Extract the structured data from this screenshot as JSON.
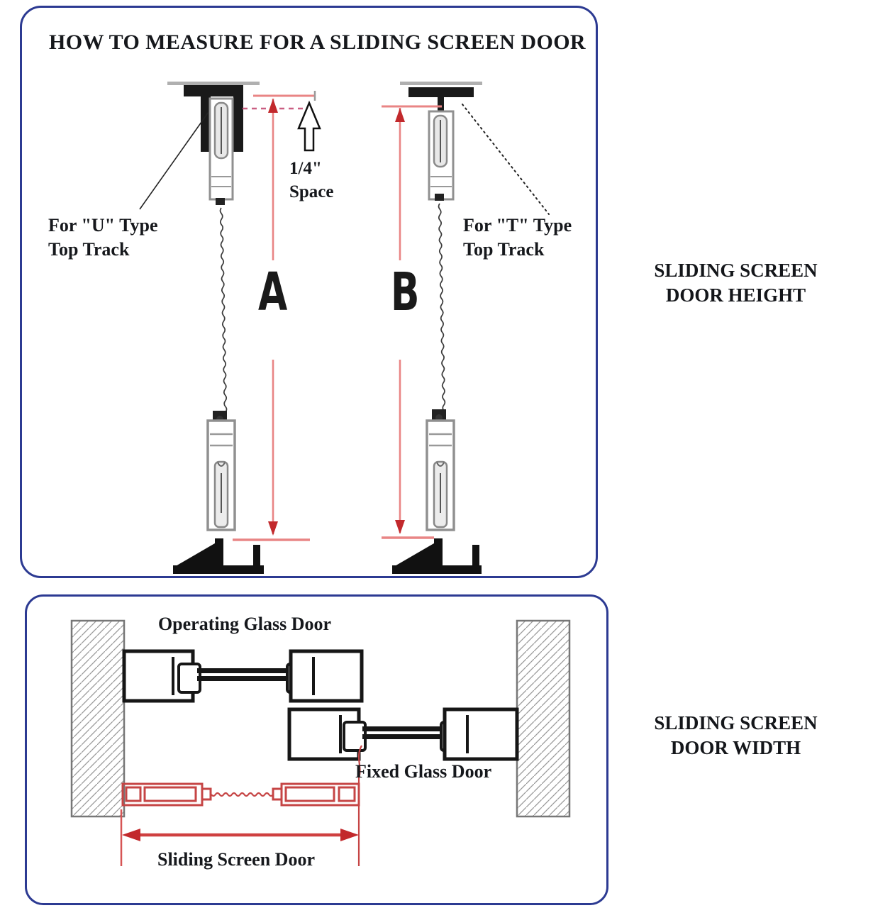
{
  "height_panel": {
    "title": "HOW TO MEASURE FOR A SLIDING SCREEN DOOR",
    "space_label_line1": "1/4\"",
    "space_label_line2": "Space",
    "u_track_label_line1": "For \"U\" Type",
    "u_track_label_line2": "Top Track",
    "t_track_label_line1": "For \"T\" Type",
    "t_track_label_line2": "Top Track",
    "dim_a": "A",
    "dim_b": "B",
    "caption_line1": "SLIDING SCREEN",
    "caption_line2": "DOOR HEIGHT"
  },
  "width_panel": {
    "operating_label": "Operating Glass Door",
    "fixed_label": "Fixed Glass Door",
    "sliding_label": "Sliding Screen Door",
    "caption_line1": "SLIDING SCREEN",
    "caption_line2": "DOOR WIDTH"
  },
  "colors": {
    "panel_border": "#2c3a92",
    "diagram_black": "#161616",
    "measure_red_line": "#e98585",
    "arrowhead_red": "#c2292c",
    "screen_door_red": "#c64545",
    "dashed_pink": "#ca5f82",
    "roller_gray": "#909090",
    "wall_hatch_gray": "#9a9a9a"
  }
}
